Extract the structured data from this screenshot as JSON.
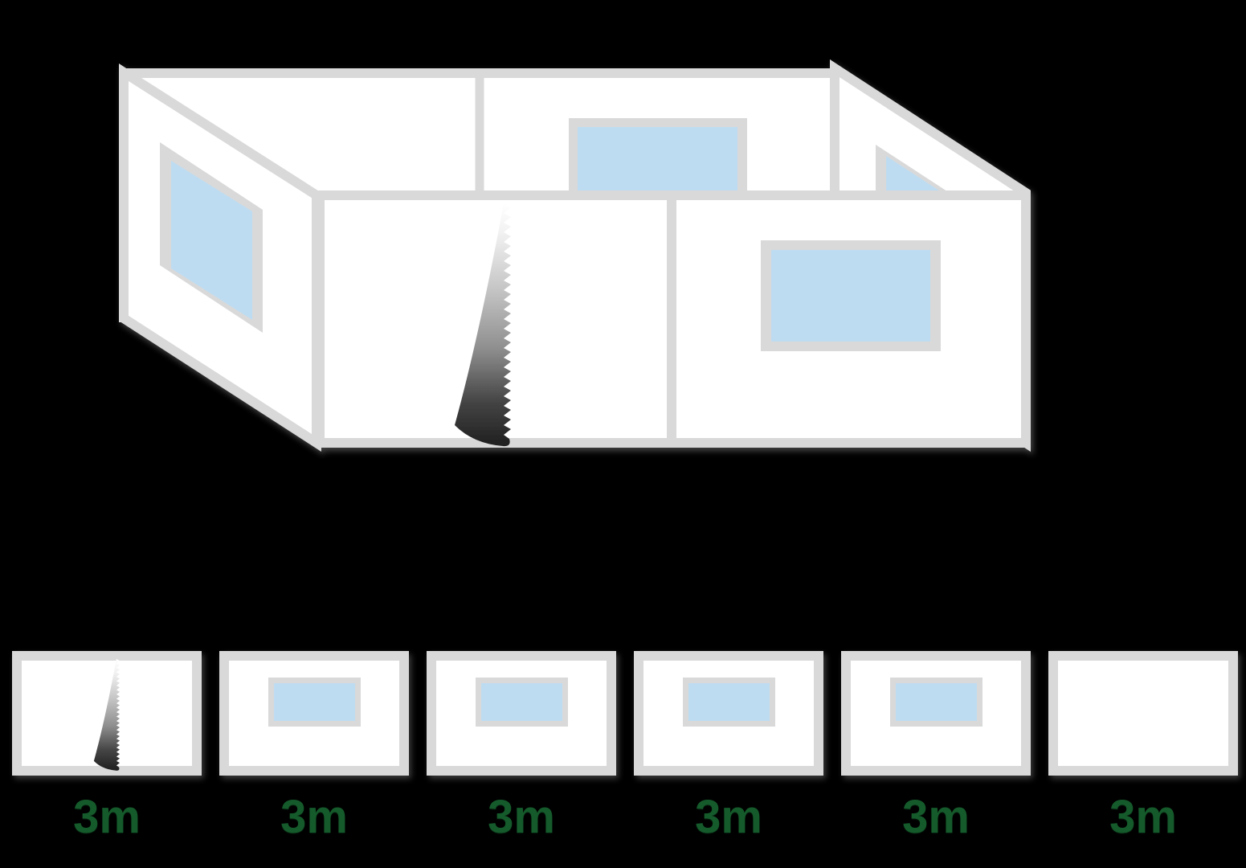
{
  "background_color": "#000000",
  "colors": {
    "wall_fill": "#ffffff",
    "wall_frame_gray": "#d9d9d9",
    "window_glass_blue": "#bedcf1",
    "label_green": "#155a2b",
    "saw_dark": "#1f1f1f"
  },
  "structure": {
    "description": "open-top room assembled from wall panels, shown in oblique 3D view",
    "walls": [
      {
        "id": "left-wall",
        "window": true
      },
      {
        "id": "back-left-wall",
        "window": false
      },
      {
        "id": "back-middle-wall",
        "window": true
      },
      {
        "id": "right-wall",
        "window": true
      },
      {
        "id": "front-left-wall",
        "window": false,
        "saw_cut": true
      },
      {
        "id": "front-right-wall",
        "window": true
      }
    ],
    "icons": [
      {
        "name": "saw-blade-icon",
        "meaning": "wall panel being cut / cut line"
      }
    ]
  },
  "panels": [
    {
      "label": "3m",
      "type": "saw-cut"
    },
    {
      "label": "3m",
      "type": "window"
    },
    {
      "label": "3m",
      "type": "window"
    },
    {
      "label": "3m",
      "type": "window"
    },
    {
      "label": "3m",
      "type": "window"
    },
    {
      "label": "3m",
      "type": "plain"
    }
  ]
}
